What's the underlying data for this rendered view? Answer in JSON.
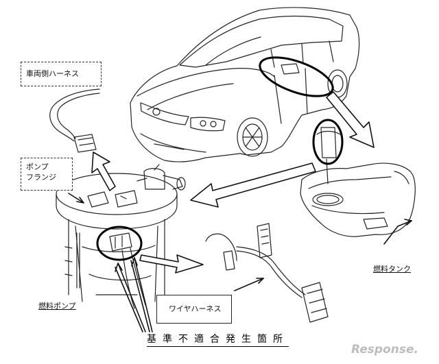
{
  "labels": {
    "vehicle_harness": "車両側ハーネス",
    "pump_flange_line1": "ポンプ",
    "pump_flange_line2": "フランジ",
    "fuel_pump": "燃料ポンプ",
    "wire_harness": "ワイヤハーネス",
    "fuel_tank": "燃料タンク",
    "defect_location": "基準不適合発生箇所"
  },
  "watermark": {
    "brand": "Response."
  },
  "colors": {
    "line": "#222222",
    "watermark": "#bdbdbd"
  }
}
